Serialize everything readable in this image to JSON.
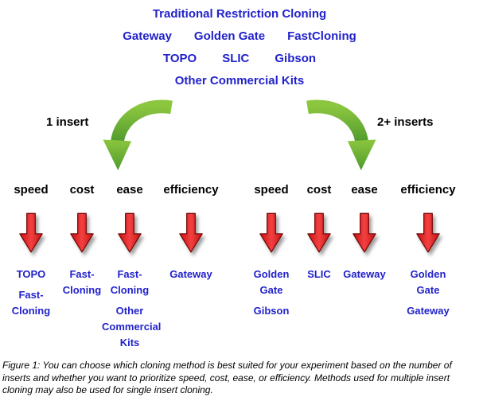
{
  "title_block": {
    "line1": "Traditional Restriction Cloning",
    "line2_items": [
      "Gateway",
      "Golden Gate",
      "FastCloning"
    ],
    "line3_items": [
      "TOPO",
      "SLIC",
      "Gibson"
    ],
    "line4": "Other Commercial Kits"
  },
  "groups": [
    {
      "label": "1 insert",
      "columns": [
        {
          "criterion": "speed",
          "methods": [
            "TOPO",
            "Fast-\nCloning"
          ]
        },
        {
          "criterion": "cost",
          "methods": [
            "Fast-\nCloning"
          ]
        },
        {
          "criterion": "ease",
          "methods": [
            "Fast-\nCloning",
            "Other\nCommercial\nKits"
          ]
        },
        {
          "criterion": "efficiency",
          "methods": [
            "Gateway"
          ]
        }
      ]
    },
    {
      "label": "2+ inserts",
      "columns": [
        {
          "criterion": "speed",
          "methods": [
            "Golden\nGate",
            "Gibson"
          ]
        },
        {
          "criterion": "cost",
          "methods": [
            "SLIC"
          ]
        },
        {
          "criterion": "ease",
          "methods": [
            "Gateway"
          ]
        },
        {
          "criterion": "efficiency",
          "methods": [
            "Golden\nGate",
            "Gateway"
          ]
        }
      ]
    }
  ],
  "caption": "Figure 1: You can choose which cloning method is best suited for your experiment based on the number of inserts and whether you want to prioritize speed, cost, ease, or efficiency. Methods used for multiple insert cloning may also be used for single insert cloning.",
  "colors": {
    "method_text": "#2222CC",
    "criterion_text": "#000000",
    "green_arrow": "#5BA33A",
    "red_arrow": "#E02020"
  },
  "icons": {
    "left_branch": "curved-arrow-down-left",
    "right_branch": "curved-arrow-down-right",
    "criterion_pointer": "block-arrow-down"
  }
}
